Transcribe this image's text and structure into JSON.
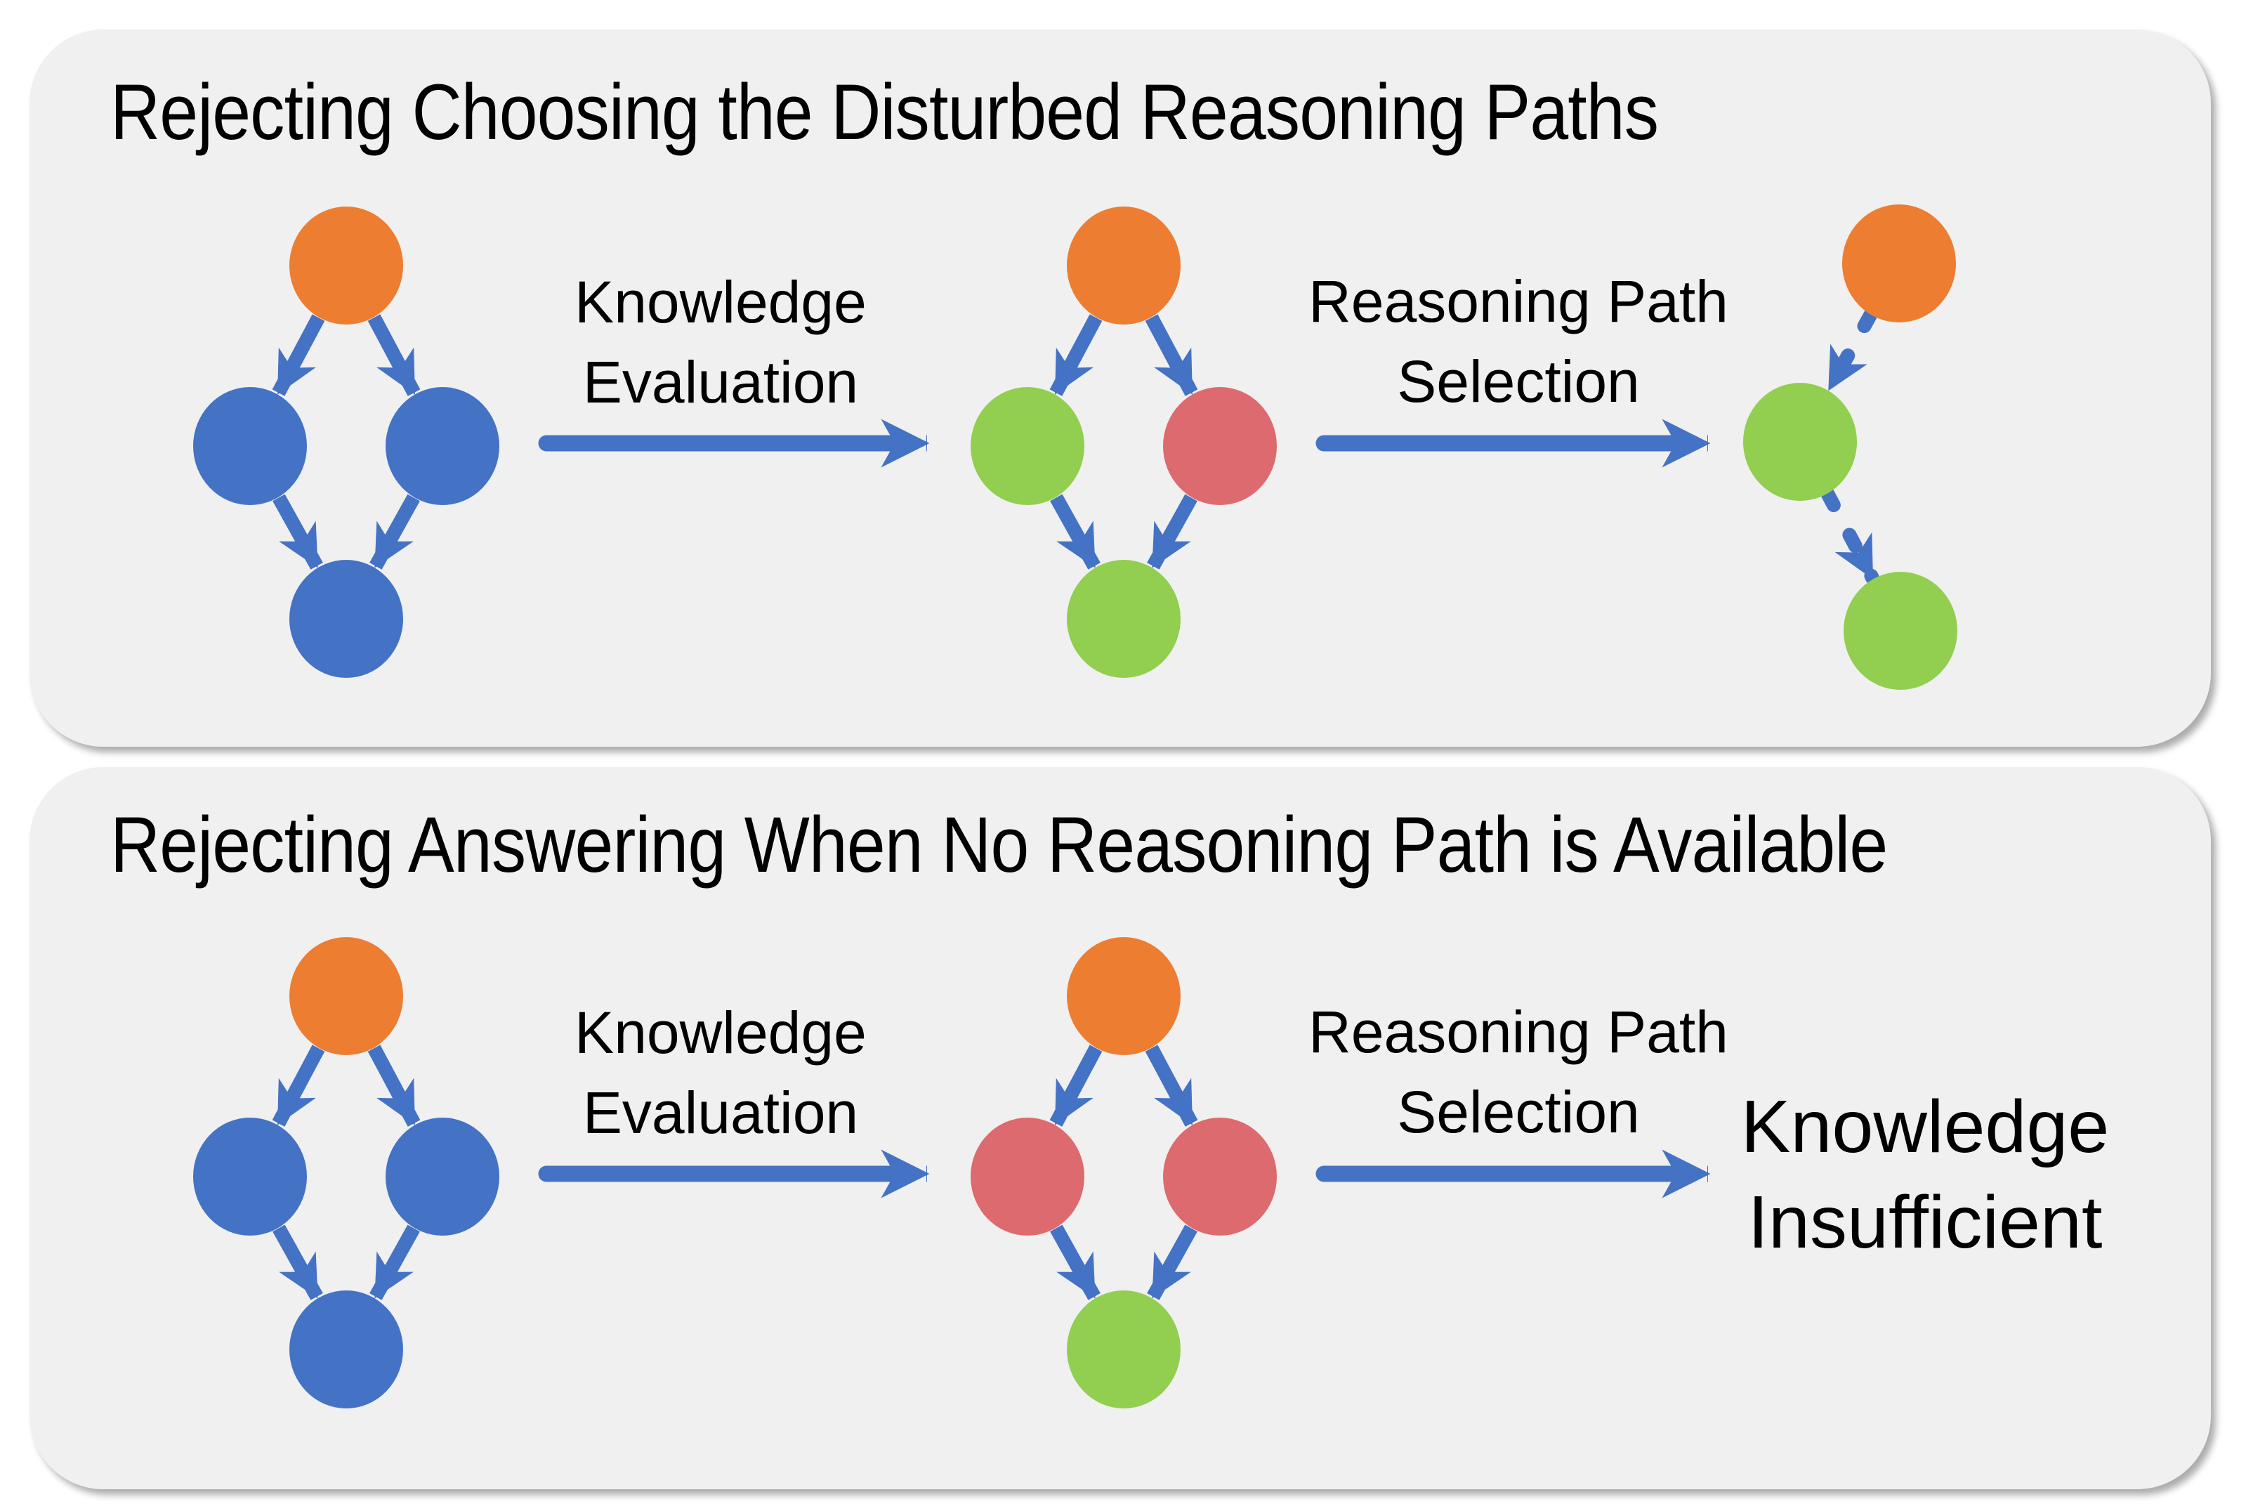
{
  "colors": {
    "page_bg": "#FFFFFF",
    "panel_bg": "#F0F0F0",
    "arrow": "#4472C4",
    "text": "#000000",
    "node_palette": {
      "orange": "#ED7D31",
      "blue": "#4472C4",
      "green": "#92CE50",
      "red": "#DD6A6E"
    }
  },
  "panels": [
    {
      "title": "Rejecting Choosing the Disturbed Reasoning Paths",
      "arrows": [
        {
          "label_lines": [
            "Knowledge",
            "Evaluation"
          ]
        },
        {
          "label_lines": [
            "Reasoning Path",
            "Selection"
          ]
        }
      ],
      "graphs": [
        {
          "name": "retrieved-knowledge-graph",
          "layout": "diamond",
          "edge_style": "solid",
          "node_colors": [
            "orange",
            "blue",
            "blue",
            "blue"
          ]
        },
        {
          "name": "evaluated-knowledge-graph",
          "layout": "diamond",
          "edge_style": "solid",
          "node_colors": [
            "orange",
            "green",
            "red",
            "green"
          ]
        },
        {
          "name": "selected-reasoning-path",
          "layout": "zigzag",
          "edge_style": "dashed",
          "node_colors": [
            "orange",
            "green",
            "green"
          ]
        }
      ],
      "result_text": null
    },
    {
      "title": "Rejecting Answering When No Reasoning Path is Available",
      "arrows": [
        {
          "label_lines": [
            "Knowledge",
            "Evaluation"
          ]
        },
        {
          "label_lines": [
            "Reasoning Path",
            "Selection"
          ]
        }
      ],
      "graphs": [
        {
          "name": "retrieved-knowledge-graph",
          "layout": "diamond",
          "edge_style": "solid",
          "node_colors": [
            "orange",
            "blue",
            "blue",
            "blue"
          ]
        },
        {
          "name": "evaluated-knowledge-graph",
          "layout": "diamond",
          "edge_style": "solid",
          "node_colors": [
            "orange",
            "red",
            "red",
            "green"
          ]
        }
      ],
      "result_text": {
        "lines": [
          "Knowledge",
          "Insufficient"
        ]
      }
    }
  ]
}
